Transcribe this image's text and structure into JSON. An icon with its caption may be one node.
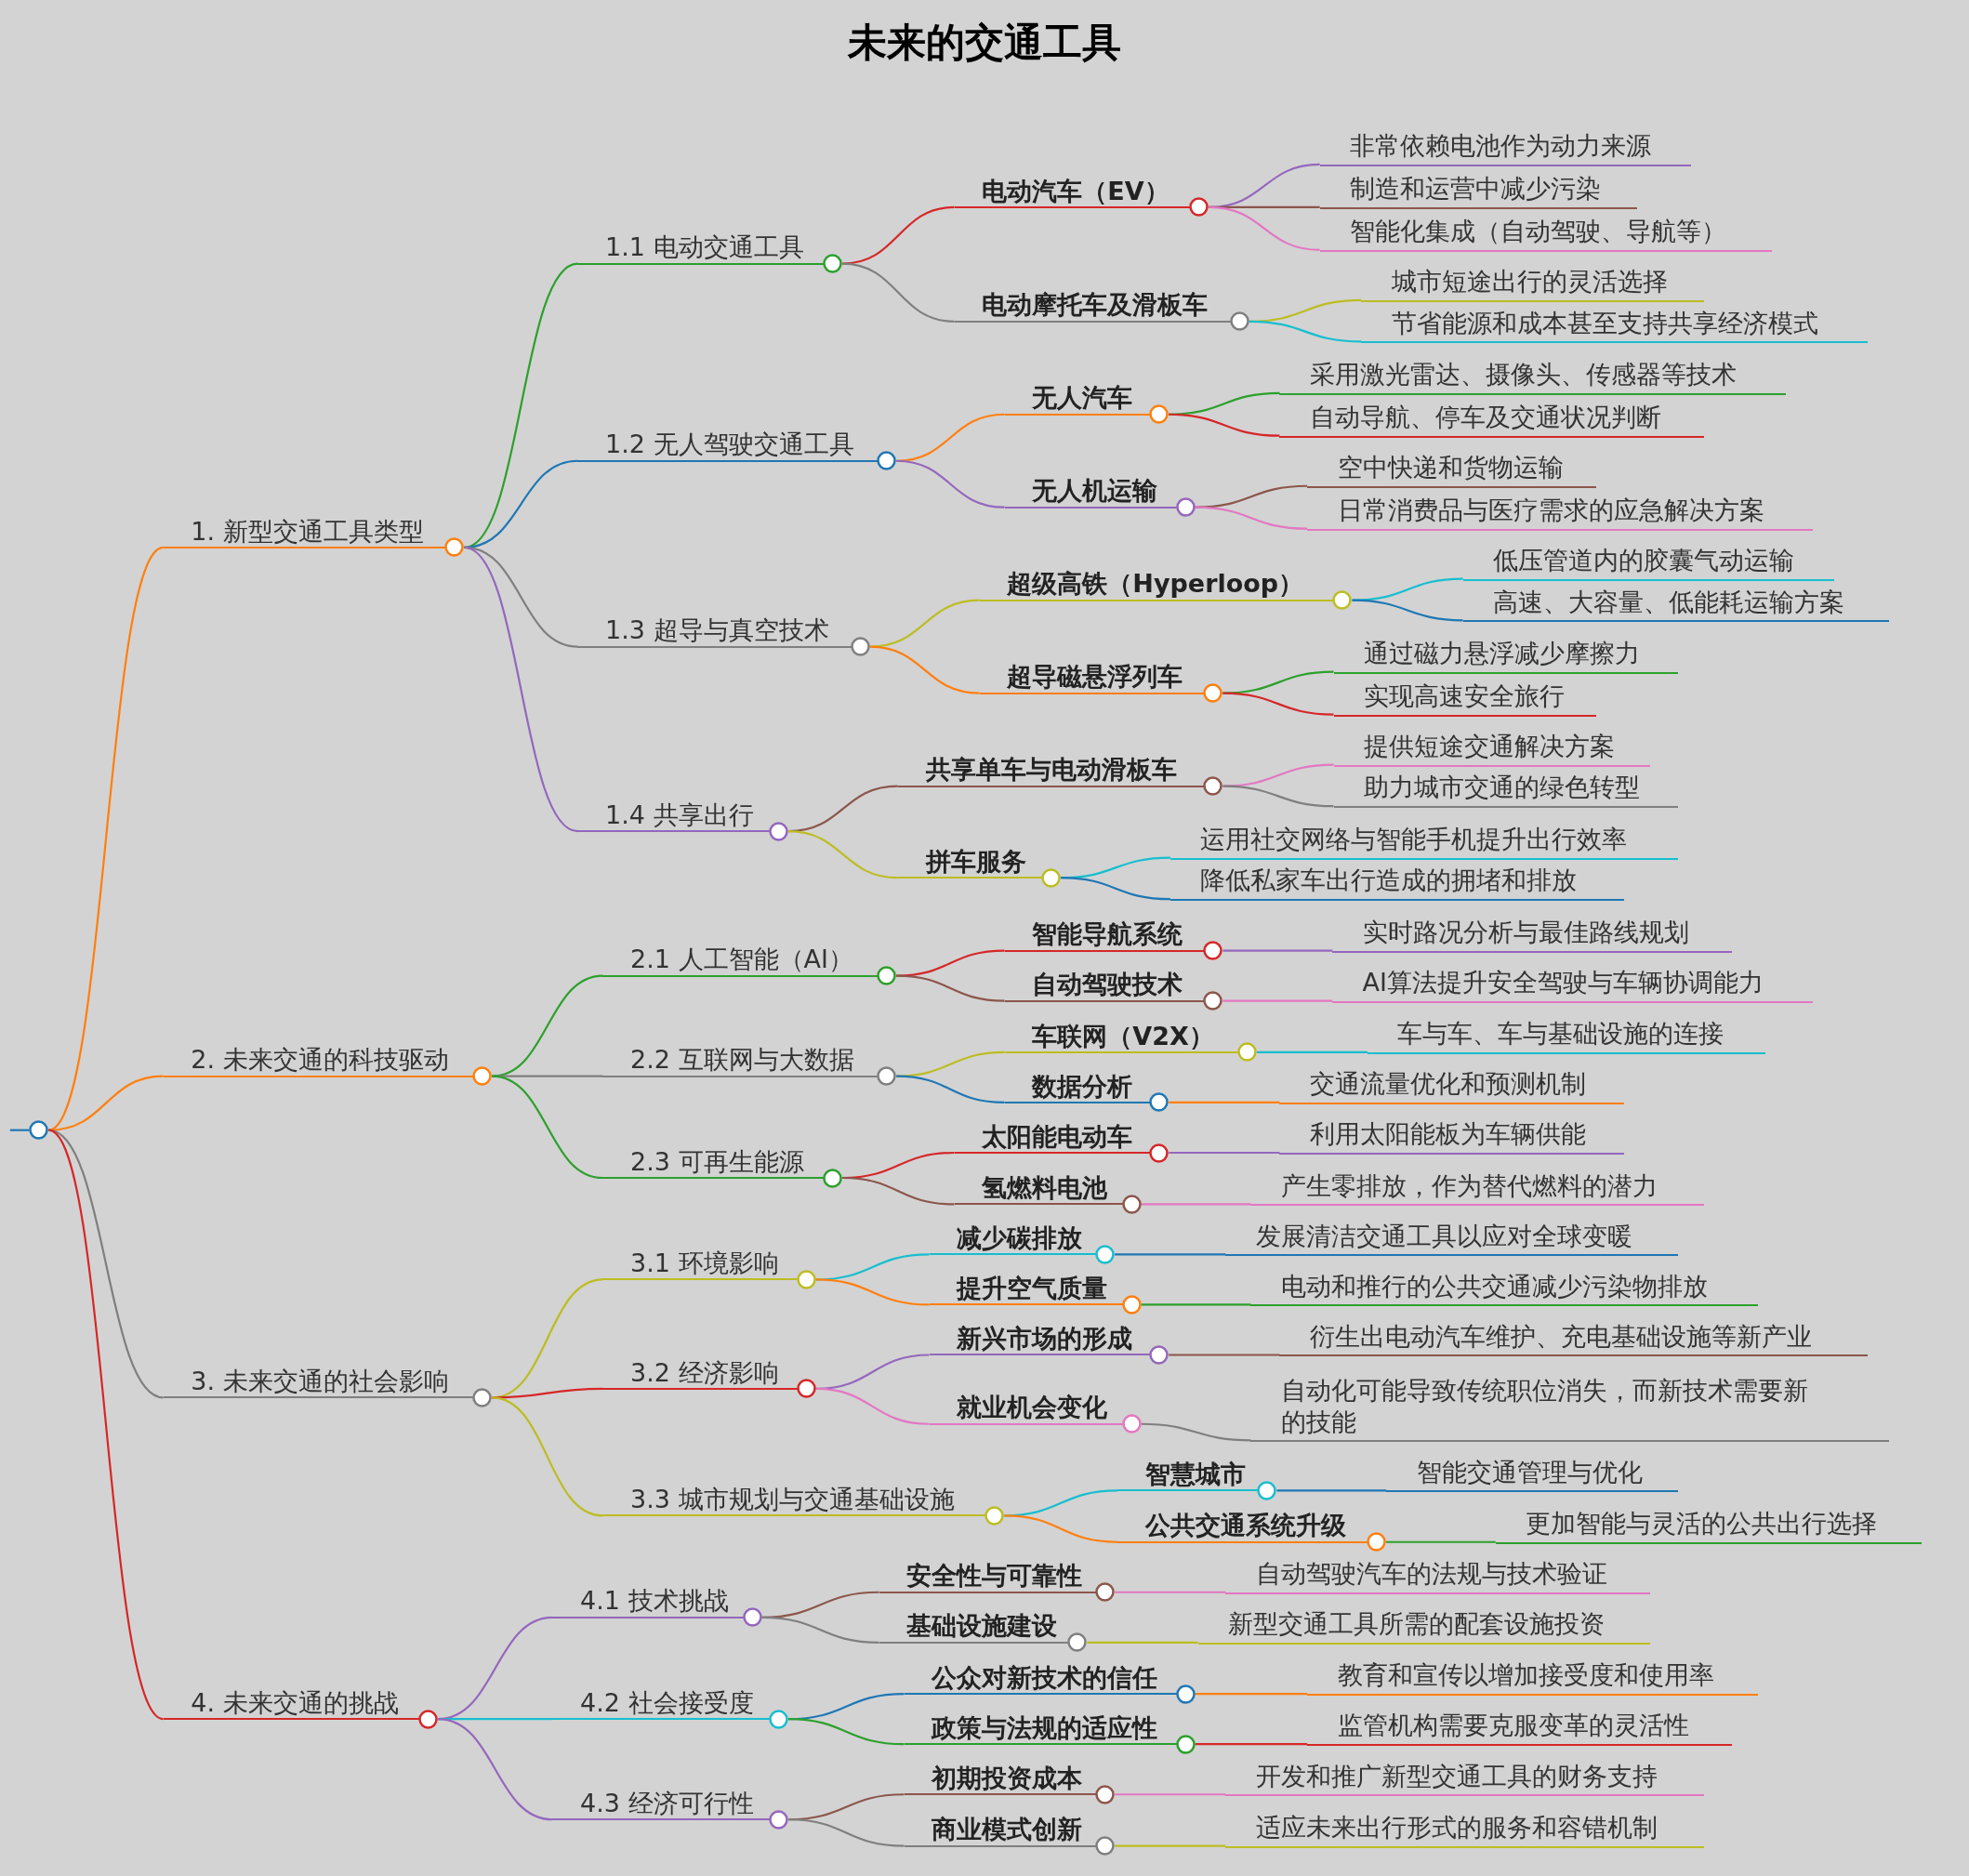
{
  "diagram": {
    "title": "未来的交通工具",
    "nodes": [
      {
        "text": [],
        "shape": "circle"
      },
      {
        "text": [
          "1. 新型交通工具类型"
        ]
      },
      {
        "text": [
          "1.1 电动交通工具"
        ]
      },
      {
        "text": [
          "电动汽车（EV）"
        ]
      },
      {
        "text": [
          "非常依赖电池作为动力来源"
        ]
      },
      {
        "text": [
          "制造和运营中减少污染"
        ]
      },
      {
        "text": [
          "智能化集成（自动驾驶、导航等）"
        ]
      },
      {
        "text": [
          "电动摩托车及滑板车"
        ]
      },
      {
        "text": [
          "城市短途出行的灵活选择"
        ]
      },
      {
        "text": [
          "节省能源和成本甚至支持共享经济模式"
        ]
      },
      {
        "text": [
          "1.2 无人驾驶交通工具"
        ]
      },
      {
        "text": [
          "无人汽车"
        ]
      },
      {
        "text": [
          "采用激光雷达、摄像头、传感器等技术"
        ]
      },
      {
        "text": [
          "自动导航、停车及交通状况判断"
        ]
      },
      {
        "text": [
          "无人机运输"
        ]
      },
      {
        "text": [
          "空中快递和货物运输"
        ]
      },
      {
        "text": [
          "日常消费品与医疗需求的应急解决方案"
        ]
      },
      {
        "text": [
          "1.3 超导与真空技术"
        ]
      },
      {
        "text": [
          "超级高铁（Hyperloop）"
        ]
      },
      {
        "text": [
          "低压管道内的胶囊气动运输"
        ]
      },
      {
        "text": [
          "高速、大容量、低能耗运输方案"
        ]
      },
      {
        "text": [
          "超导磁悬浮列车"
        ]
      },
      {
        "text": [
          "通过磁力悬浮减少摩擦力"
        ]
      },
      {
        "text": [
          "实现高速安全旅行"
        ]
      },
      {
        "text": [
          "1.4 共享出行"
        ]
      },
      {
        "text": [
          "共享单车与电动滑板车"
        ]
      },
      {
        "text": [
          "提供短途交通解决方案"
        ]
      },
      {
        "text": [
          "助力城市交通的绿色转型"
        ]
      },
      {
        "text": [
          "拼车服务"
        ]
      },
      {
        "text": [
          "运用社交网络与智能手机提升出行效率"
        ]
      },
      {
        "text": [
          "降低私家车出行造成的拥堵和排放"
        ]
      },
      {
        "text": [
          "2. 未来交通的科技驱动"
        ]
      },
      {
        "text": [
          "2.1 人工智能（AI）"
        ]
      },
      {
        "text": [
          "智能导航系统"
        ]
      },
      {
        "text": [
          "实时路况分析与最佳路线规划"
        ]
      },
      {
        "text": [
          "自动驾驶技术"
        ]
      },
      {
        "text": [
          "AI算法提升安全驾驶与车辆协调能力"
        ]
      },
      {
        "text": [
          "2.2 互联网与大数据"
        ]
      },
      {
        "text": [
          "车联网（V2X）"
        ]
      },
      {
        "text": [
          "车与车、车与基础设施的连接"
        ]
      },
      {
        "text": [
          "数据分析"
        ]
      },
      {
        "text": [
          "交通流量优化和预测机制"
        ]
      },
      {
        "text": [
          "2.3 可再生能源"
        ]
      },
      {
        "text": [
          "太阳能电动车"
        ]
      },
      {
        "text": [
          "利用太阳能板为车辆供能"
        ]
      },
      {
        "text": [
          "氢燃料电池"
        ]
      },
      {
        "text": [
          "产生零排放，作为替代燃料的潜力"
        ]
      },
      {
        "text": [
          "3. 未来交通的社会影响"
        ]
      },
      {
        "text": [
          "3.1 环境影响"
        ]
      },
      {
        "text": [
          "减少碳排放"
        ]
      },
      {
        "text": [
          "发展清洁交通工具以应对全球变暖"
        ]
      },
      {
        "text": [
          "提升空气质量"
        ]
      },
      {
        "text": [
          "电动和推行的公共交通减少污染物排放"
        ]
      },
      {
        "text": [
          "3.2 经济影响"
        ]
      },
      {
        "text": [
          "新兴市场的形成"
        ]
      },
      {
        "text": [
          "衍生出电动汽车维护、充电基础设施等新产业"
        ]
      },
      {
        "text": [
          "就业机会变化"
        ]
      },
      {
        "text": [
          "自动化可能导致传统职位消失，而新技术需要新的技能"
        ]
      },
      {
        "text": [
          "3.3 城市规划与交通基础设施"
        ]
      },
      {
        "text": [
          "智慧城市"
        ]
      },
      {
        "text": [
          "智能交通管理与优化"
        ]
      },
      {
        "text": [
          "公共交通系统升级"
        ]
      },
      {
        "text": [
          "更加智能与灵活的公共出行选择"
        ]
      },
      {
        "text": [
          "4. 未来交通的挑战"
        ]
      },
      {
        "text": [
          "4.1 技术挑战"
        ]
      },
      {
        "text": [
          "安全性与可靠性"
        ]
      },
      {
        "text": [
          "自动驾驶汽车的法规与技术验证"
        ]
      },
      {
        "text": [
          "基础设施建设"
        ]
      },
      {
        "text": [
          "新型交通工具所需的配套设施投资"
        ]
      },
      {
        "text": [
          "4.2 社会接受度"
        ]
      },
      {
        "text": [
          "公众对新技术的信任"
        ]
      },
      {
        "text": [
          "教育和宣传以增加接受度和使用率"
        ]
      },
      {
        "text": [
          "政策与法规的适应性"
        ]
      },
      {
        "text": [
          "监管机构需要克服变革的灵活性"
        ]
      },
      {
        "text": [
          "4.3 经济可行性"
        ]
      },
      {
        "text": [
          "初期投资成本"
        ]
      },
      {
        "text": [
          "开发和推广新型交通工具的财务支持"
        ]
      },
      {
        "text": [
          "商业模式创新"
        ]
      },
      {
        "text": [
          "适应未来出行形式的服务和容错机制"
        ]
      }
    ],
    "edges": [
      {
        "from": 0,
        "to": 1,
        "arrow": "none",
        "color": "#ff7f0e"
      },
      {
        "from": 1,
        "to": 2,
        "arrow": "none",
        "color": "#2ca02c"
      },
      {
        "from": 2,
        "to": 3,
        "arrow": "none",
        "color": "#d62728"
      },
      {
        "from": 3,
        "to": 4,
        "arrow": "none",
        "color": "#9467bd"
      },
      {
        "from": 3,
        "to": 5,
        "arrow": "none",
        "color": "#8c564b"
      },
      {
        "from": 3,
        "to": 6,
        "arrow": "none",
        "color": "#e377c2"
      },
      {
        "from": 2,
        "to": 7,
        "arrow": "none",
        "color": "#7f7f7f"
      },
      {
        "from": 7,
        "to": 8,
        "arrow": "none",
        "color": "#bcbd22"
      },
      {
        "from": 7,
        "to": 9,
        "arrow": "none",
        "color": "#17becf"
      },
      {
        "from": 1,
        "to": 10,
        "arrow": "none",
        "color": "#1f77b4"
      },
      {
        "from": 10,
        "to": 11,
        "arrow": "none",
        "color": "#ff7f0e"
      },
      {
        "from": 11,
        "to": 12,
        "arrow": "none",
        "color": "#2ca02c"
      },
      {
        "from": 11,
        "to": 13,
        "arrow": "none",
        "color": "#d62728"
      },
      {
        "from": 10,
        "to": 14,
        "arrow": "none",
        "color": "#9467bd"
      },
      {
        "from": 14,
        "to": 15,
        "arrow": "none",
        "color": "#8c564b"
      },
      {
        "from": 14,
        "to": 16,
        "arrow": "none",
        "color": "#e377c2"
      },
      {
        "from": 1,
        "to": 17,
        "arrow": "none",
        "color": "#7f7f7f"
      },
      {
        "from": 17,
        "to": 18,
        "arrow": "none",
        "color": "#bcbd22"
      },
      {
        "from": 18,
        "to": 19,
        "arrow": "none",
        "color": "#17becf"
      },
      {
        "from": 18,
        "to": 20,
        "arrow": "none",
        "color": "#1f77b4"
      },
      {
        "from": 17,
        "to": 21,
        "arrow": "none",
        "color": "#ff7f0e"
      },
      {
        "from": 21,
        "to": 22,
        "arrow": "none",
        "color": "#2ca02c"
      },
      {
        "from": 21,
        "to": 23,
        "arrow": "none",
        "color": "#d62728"
      },
      {
        "from": 1,
        "to": 24,
        "arrow": "none",
        "color": "#9467bd"
      },
      {
        "from": 24,
        "to": 25,
        "arrow": "none",
        "color": "#8c564b"
      },
      {
        "from": 25,
        "to": 26,
        "arrow": "none",
        "color": "#e377c2"
      },
      {
        "from": 25,
        "to": 27,
        "arrow": "none",
        "color": "#7f7f7f"
      },
      {
        "from": 24,
        "to": 28,
        "arrow": "none",
        "color": "#bcbd22"
      },
      {
        "from": 28,
        "to": 29,
        "arrow": "none",
        "color": "#17becf"
      },
      {
        "from": 28,
        "to": 30,
        "arrow": "none",
        "color": "#1f77b4"
      },
      {
        "from": 0,
        "to": 31,
        "arrow": "none",
        "color": "#ff7f0e"
      },
      {
        "from": 31,
        "to": 32,
        "arrow": "none",
        "color": "#2ca02c"
      },
      {
        "from": 32,
        "to": 33,
        "arrow": "none",
        "color": "#d62728"
      },
      {
        "from": 33,
        "to": 34,
        "arrow": "none",
        "color": "#9467bd"
      },
      {
        "from": 32,
        "to": 35,
        "arrow": "none",
        "color": "#8c564b"
      },
      {
        "from": 35,
        "to": 36,
        "arrow": "none",
        "color": "#e377c2"
      },
      {
        "from": 31,
        "to": 37,
        "arrow": "none",
        "color": "#7f7f7f"
      },
      {
        "from": 37,
        "to": 38,
        "arrow": "none",
        "color": "#bcbd22"
      },
      {
        "from": 38,
        "to": 39,
        "arrow": "none",
        "color": "#17becf"
      },
      {
        "from": 37,
        "to": 40,
        "arrow": "none",
        "color": "#1f77b4"
      },
      {
        "from": 40,
        "to": 41,
        "arrow": "none",
        "color": "#ff7f0e"
      },
      {
        "from": 31,
        "to": 42,
        "arrow": "none",
        "color": "#2ca02c"
      },
      {
        "from": 42,
        "to": 43,
        "arrow": "none",
        "color": "#d62728"
      },
      {
        "from": 43,
        "to": 44,
        "arrow": "none",
        "color": "#9467bd"
      },
      {
        "from": 42,
        "to": 45,
        "arrow": "none",
        "color": "#8c564b"
      },
      {
        "from": 45,
        "to": 46,
        "arrow": "none",
        "color": "#e377c2"
      },
      {
        "from": 0,
        "to": 47,
        "arrow": "none",
        "color": "#7f7f7f"
      },
      {
        "from": 47,
        "to": 48,
        "arrow": "none",
        "color": "#bcbd22"
      },
      {
        "from": 48,
        "to": 49,
        "arrow": "none",
        "color": "#17becf"
      },
      {
        "from": 49,
        "to": 50,
        "arrow": "none",
        "color": "#1f77b4"
      },
      {
        "from": 48,
        "to": 51,
        "arrow": "none",
        "color": "#ff7f0e"
      },
      {
        "from": 51,
        "to": 52,
        "arrow": "none",
        "color": "#2ca02c"
      },
      {
        "from": 47,
        "to": 53,
        "arrow": "none",
        "color": "#d62728"
      },
      {
        "from": 53,
        "to": 54,
        "arrow": "none",
        "color": "#9467bd"
      },
      {
        "from": 54,
        "to": 55,
        "arrow": "none",
        "color": "#8c564b"
      },
      {
        "from": 53,
        "to": 56,
        "arrow": "none",
        "color": "#e377c2"
      },
      {
        "from": 56,
        "to": 57,
        "arrow": "none",
        "color": "#7f7f7f"
      },
      {
        "from": 47,
        "to": 58,
        "arrow": "none",
        "color": "#bcbd22"
      },
      {
        "from": 58,
        "to": 59,
        "arrow": "none",
        "color": "#17becf"
      },
      {
        "from": 59,
        "to": 60,
        "arrow": "none",
        "color": "#1f77b4"
      },
      {
        "from": 58,
        "to": 61,
        "arrow": "none",
        "color": "#ff7f0e"
      },
      {
        "from": 61,
        "to": 62,
        "arrow": "none",
        "color": "#2ca02c"
      },
      {
        "from": 0,
        "to": 63,
        "arrow": "none",
        "color": "#d62728"
      },
      {
        "from": 63,
        "to": 64,
        "arrow": "none",
        "color": "#9467bd"
      },
      {
        "from": 64,
        "to": 65,
        "arrow": "none",
        "color": "#8c564b"
      },
      {
        "from": 65,
        "to": 66,
        "arrow": "none",
        "color": "#e377c2"
      },
      {
        "from": 64,
        "to": 67,
        "arrow": "none",
        "color": "#7f7f7f"
      },
      {
        "from": 67,
        "to": 68,
        "arrow": "none",
        "color": "#bcbd22"
      },
      {
        "from": 63,
        "to": 69,
        "arrow": "none",
        "color": "#17becf"
      },
      {
        "from": 69,
        "to": 70,
        "arrow": "none",
        "color": "#1f77b4"
      },
      {
        "from": 70,
        "to": 71,
        "arrow": "none",
        "color": "#ff7f0e"
      },
      {
        "from": 69,
        "to": 72,
        "arrow": "none",
        "color": "#2ca02c"
      },
      {
        "from": 72,
        "to": 73,
        "arrow": "none",
        "color": "#d62728"
      },
      {
        "from": 63,
        "to": 74,
        "arrow": "none",
        "color": "#9467bd"
      },
      {
        "from": 74,
        "to": 75,
        "arrow": "none",
        "color": "#8c564b"
      },
      {
        "from": 75,
        "to": 76,
        "arrow": "none",
        "color": "#e377c2"
      },
      {
        "from": 74,
        "to": 77,
        "arrow": "none",
        "color": "#7f7f7f"
      },
      {
        "from": 77,
        "to": 78,
        "arrow": "none",
        "color": "#bcbd22"
      }
    ]
  }
}
